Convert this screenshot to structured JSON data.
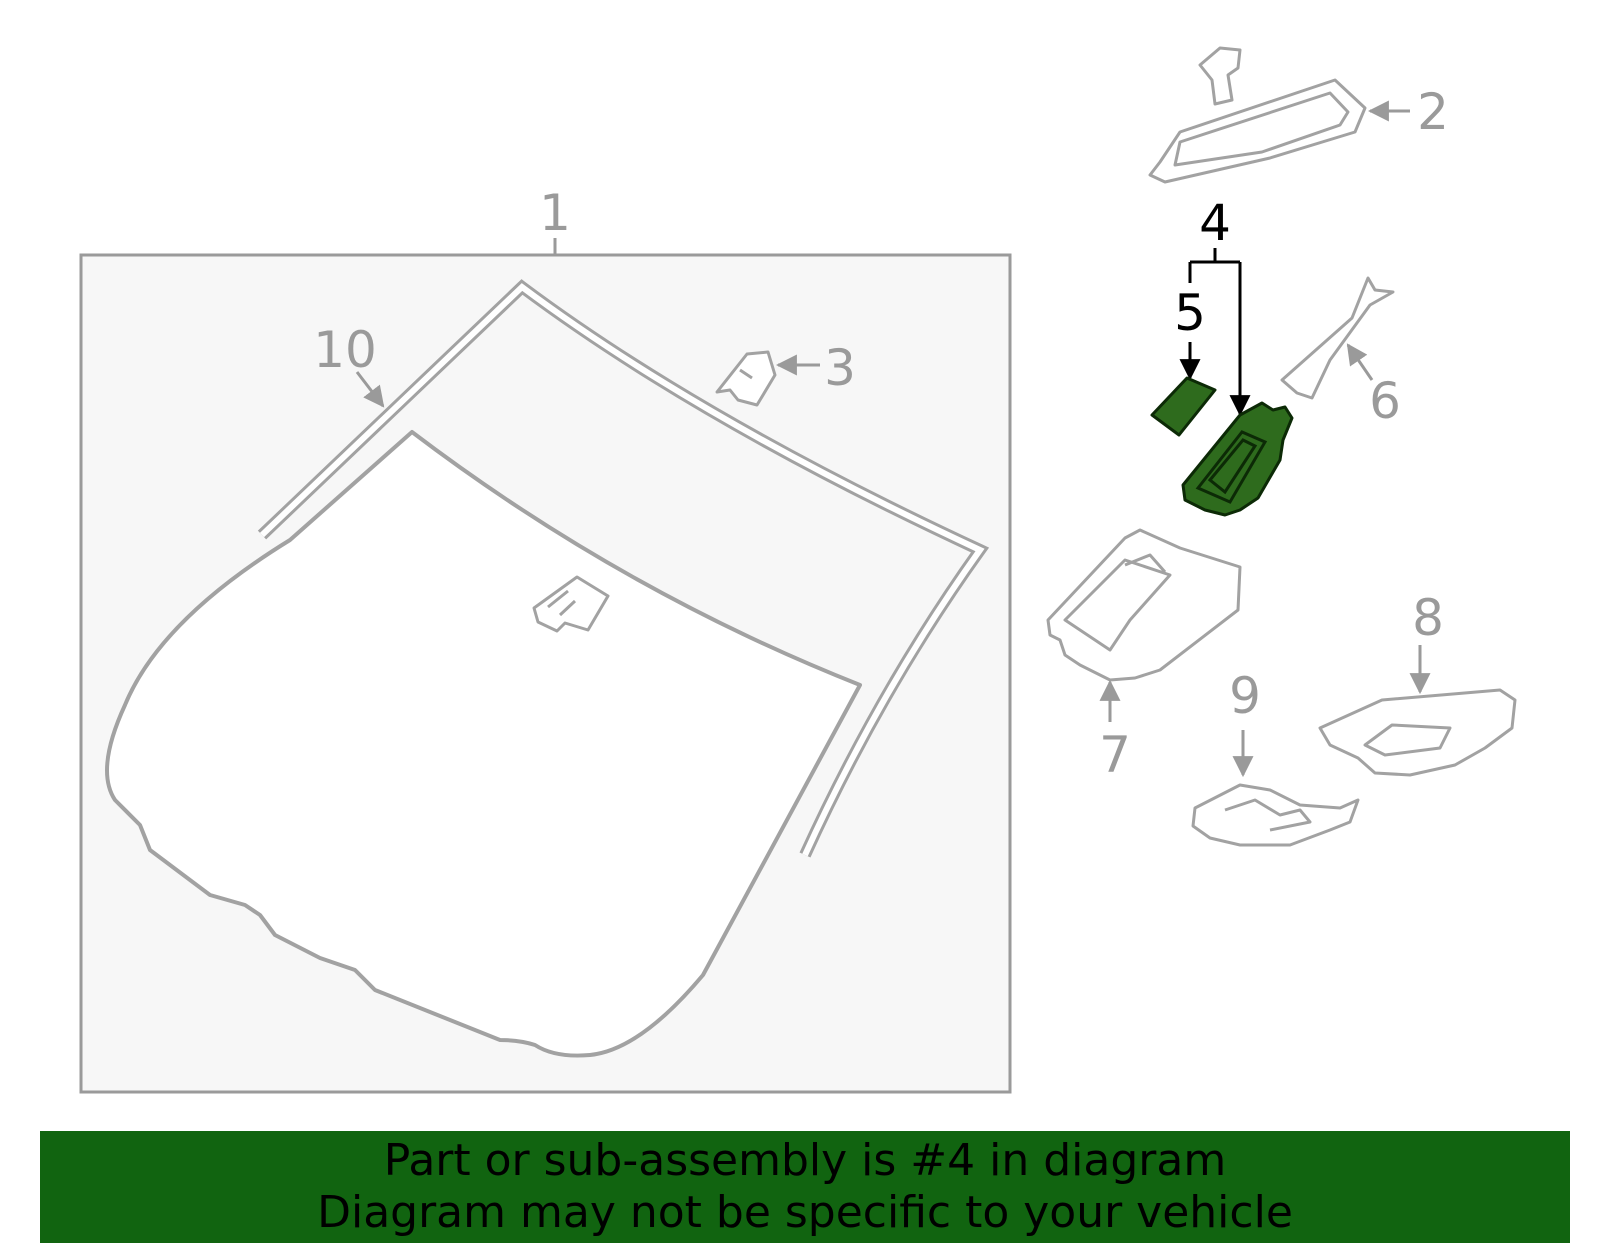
{
  "callouts": {
    "c1": "1",
    "c2": "2",
    "c3": "3",
    "c4": "4",
    "c5": "5",
    "c6": "6",
    "c7": "7",
    "c8": "8",
    "c9": "9",
    "c10": "10"
  },
  "highlight": {
    "callout": "4",
    "color": "#2e6b1d",
    "banner_color": "#116410"
  },
  "banner": {
    "line1": "Part or sub-assembly is #4 in diagram",
    "line2": "Diagram may not be specific to your vehicle"
  }
}
